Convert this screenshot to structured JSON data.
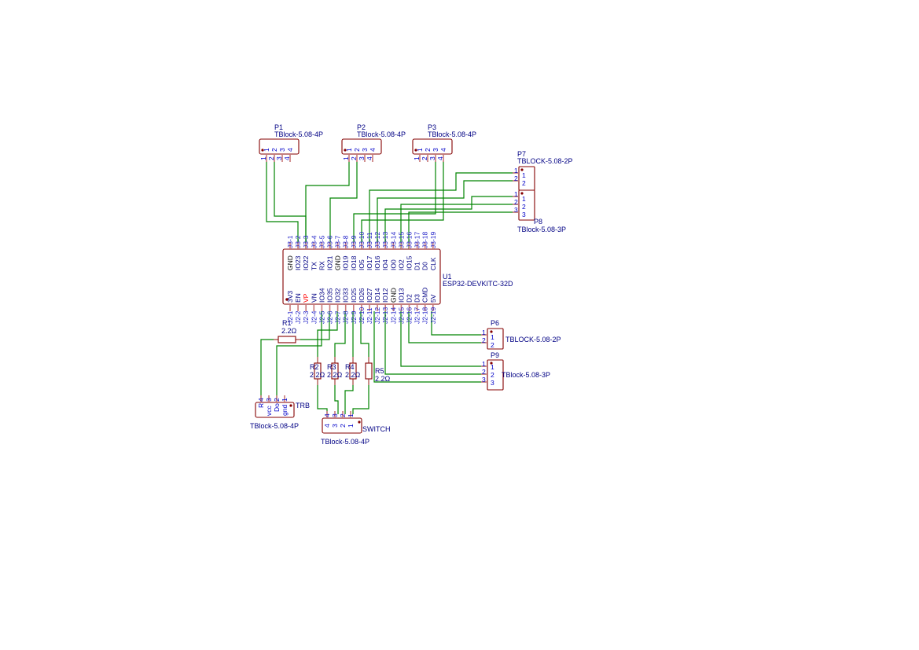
{
  "schematic": {
    "colors": {
      "wire": "#008400",
      "component_body": "#840000",
      "pin_stub": "#c87878",
      "text": "#000084",
      "pin_number": "#0000c8",
      "power_pin": "#000000",
      "highlight_pin": "#ff0000"
    },
    "connectors_top": [
      {
        "ref": "P1",
        "value": "TBlock-5.08-4P",
        "pins": [
          "1",
          "2",
          "3",
          "4"
        ]
      },
      {
        "ref": "P2",
        "value": "TBlock-5.08-4P",
        "pins": [
          "1",
          "2",
          "3",
          "4"
        ]
      },
      {
        "ref": "P3",
        "value": "TBlock-5.08-4P",
        "pins": [
          "1",
          "2",
          "3",
          "4"
        ]
      }
    ],
    "p7": {
      "ref": "P7",
      "value": "TBLOCK-5.08-2P",
      "pins": [
        "1",
        "2"
      ]
    },
    "p8": {
      "ref": "P8",
      "value": "TBlock-5.08-3P",
      "pins": [
        "1",
        "2",
        "3"
      ]
    },
    "p6": {
      "ref": "P6",
      "value": "TBLOCK-5.08-2P",
      "pins": [
        "1",
        "2"
      ]
    },
    "p9": {
      "ref": "P9",
      "value": "TBlock-5.08-3P",
      "pins": [
        "1",
        "2",
        "3"
      ]
    },
    "u1": {
      "ref": "U1",
      "value": "ESP32-DEVKITC-32D",
      "top_pins": [
        {
          "num": "J3-1",
          "name": "GND",
          "type": "power"
        },
        {
          "num": "J3-2",
          "name": "IO23"
        },
        {
          "num": "J3-3",
          "name": "IO22"
        },
        {
          "num": "J3-4",
          "name": "TX"
        },
        {
          "num": "J3-5",
          "name": "RX"
        },
        {
          "num": "J3-6",
          "name": "IO21"
        },
        {
          "num": "J3-7",
          "name": "GND",
          "type": "power"
        },
        {
          "num": "J3-8",
          "name": "IO19"
        },
        {
          "num": "J3-9",
          "name": "IO18"
        },
        {
          "num": "J3-10",
          "name": "IO5"
        },
        {
          "num": "J3-11",
          "name": "IO17"
        },
        {
          "num": "J3-12",
          "name": "IO16"
        },
        {
          "num": "J3-13",
          "name": "IO4"
        },
        {
          "num": "J3-14",
          "name": "IO0"
        },
        {
          "num": "J3-15",
          "name": "IO2"
        },
        {
          "num": "J3-16",
          "name": "IO15"
        },
        {
          "num": "J3-17",
          "name": "D1"
        },
        {
          "num": "J3-18",
          "name": "D0"
        },
        {
          "num": "J3-19",
          "name": "CLK"
        }
      ],
      "bottom_pins": [
        {
          "num": "J2-1",
          "name": "3V3"
        },
        {
          "num": "J2-2",
          "name": "EN"
        },
        {
          "num": "J2-3",
          "name": "VP",
          "type": "highlight"
        },
        {
          "num": "J2-4",
          "name": "VN"
        },
        {
          "num": "J2-5",
          "name": "IO34"
        },
        {
          "num": "J2-6",
          "name": "IO35"
        },
        {
          "num": "J2-7",
          "name": "IO32"
        },
        {
          "num": "J2-8",
          "name": "IO33"
        },
        {
          "num": "J2-9",
          "name": "IO25"
        },
        {
          "num": "J2-10",
          "name": "IO26"
        },
        {
          "num": "J2-11",
          "name": "IO27"
        },
        {
          "num": "J2-12",
          "name": "IO14"
        },
        {
          "num": "J2-13",
          "name": "IO12"
        },
        {
          "num": "J2-14",
          "name": "GND",
          "type": "power"
        },
        {
          "num": "J2-15",
          "name": "IO13"
        },
        {
          "num": "J2-16",
          "name": "D2"
        },
        {
          "num": "J2-17",
          "name": "D3"
        },
        {
          "num": "J2-18",
          "name": "CMD"
        },
        {
          "num": "J2-19",
          "name": "5V"
        }
      ]
    },
    "resistors": [
      {
        "ref": "R1",
        "value": "2.2Ω"
      },
      {
        "ref": "R2",
        "value": "2.2Ω"
      },
      {
        "ref": "R3",
        "value": "2.2Ω"
      },
      {
        "ref": "R4",
        "value": "2.2Ω"
      },
      {
        "ref": "R5",
        "value": "2.2Ω"
      }
    ],
    "trb": {
      "ref": "TRB",
      "value": "TBlock-5.08-4P",
      "pins": [
        "4",
        "3",
        "2",
        "1"
      ],
      "pin_names": [
        "R",
        "vcc",
        "Do",
        "gnd"
      ]
    },
    "switch": {
      "ref": "SWITCH",
      "value": "TBlock-5.08-4P",
      "pins": [
        "4",
        "3",
        "2",
        "1"
      ],
      "inner": [
        "4",
        "3",
        "2",
        "1"
      ]
    }
  }
}
